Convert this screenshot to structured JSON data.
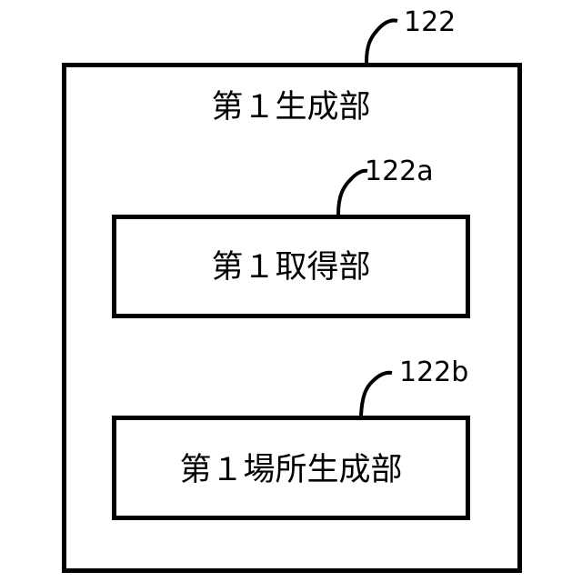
{
  "diagram": {
    "outer_block": {
      "title": "第１生成部",
      "ref": "122"
    },
    "sub_blocks": [
      {
        "title": "第１取得部",
        "ref": "122a"
      },
      {
        "title": "第１場所生成部",
        "ref": "122b"
      }
    ],
    "colors": {
      "line": "#000000",
      "background": "#ffffff"
    }
  }
}
